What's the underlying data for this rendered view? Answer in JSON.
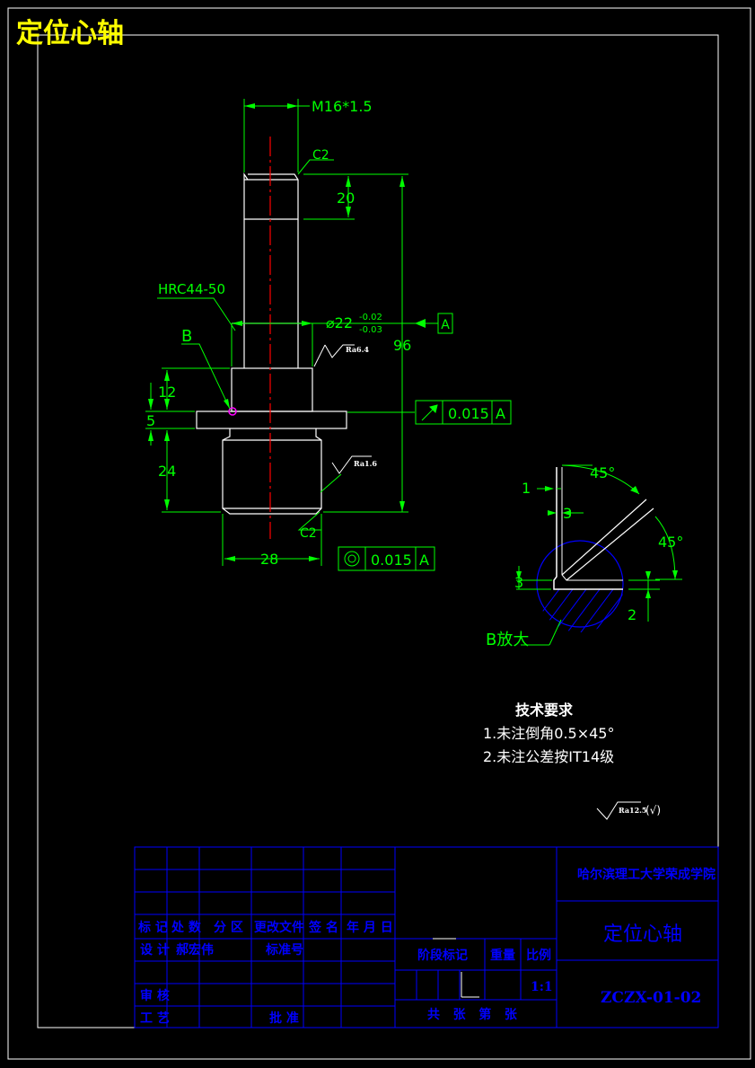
{
  "title": "定位心轴",
  "colors": {
    "background": "#000000",
    "frame": "#ffffff",
    "part": "#ffffff",
    "dimension": "#00ff00",
    "centerline": "#ff0000",
    "title_text": "#ffff00",
    "table_lines": "#0000ff",
    "table_text": "#0000ff",
    "hatch": "#0000ff"
  },
  "dimensions": {
    "thread": "M16*1.5",
    "chamfer_top": "C2",
    "chamfer_bottom": "C2",
    "len_20": "20",
    "len_96": "96",
    "len_12": "12",
    "len_5": "5",
    "len_24": "24",
    "dia_28": "28",
    "dia_22_prefix": "⌀22",
    "dia_22_upper": "-0.02",
    "dia_22_lower": "-0.03",
    "hardness": "HRC44-50",
    "section_label": "B"
  },
  "datum": {
    "label": "A"
  },
  "roughness": {
    "ra_64": "Ra6.4",
    "ra_16": "Ra1.6",
    "general": "Ra12.5",
    "general_suffix": "(√)"
  },
  "tolerance_frames": [
    {
      "symbol": "runout",
      "value": "0.015",
      "datum": "A"
    },
    {
      "symbol": "concentricity",
      "value": "0.015",
      "datum": "A"
    }
  ],
  "detail_b": {
    "label": "B放大",
    "dim_1": "1",
    "dim_3_top": "3",
    "dim_3_left": "3",
    "dim_2": "2",
    "angle_top": "45°",
    "angle_right": "45°"
  },
  "tech_requirements": {
    "heading": "技术要求",
    "items": [
      "1.未注倒角0.5×45°",
      "2.未注公差按IT14级"
    ]
  },
  "title_block": {
    "school": "哈尔滨理工大学荣成学院",
    "part_name": "定位心轴",
    "drawing_no": "ZCZX-01-02",
    "rev_labels": [
      "标 记",
      "处 数",
      "分 区",
      "更改文件",
      "签 名",
      "年 月 日"
    ],
    "design_label": "设 计",
    "designer": "郝宏伟",
    "standard_label": "标准号",
    "stage_label": "阶段标记",
    "weight_label": "重量",
    "scale_label": "比例",
    "scale": "1:1",
    "review_label": "审 核",
    "process_label": "工 艺",
    "approve_label": "批 准",
    "sheets": "共   张   第   张"
  }
}
